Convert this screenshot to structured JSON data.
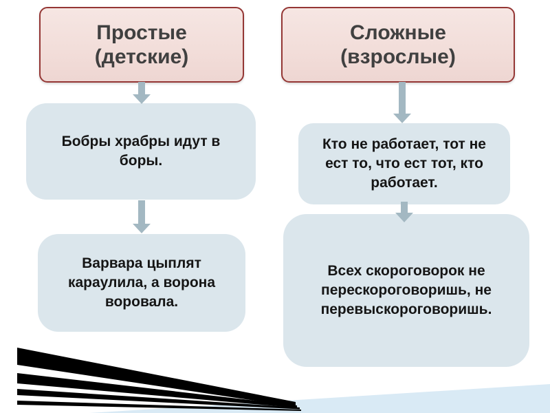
{
  "slide": {
    "left": {
      "header": "Простые\n(детские)",
      "box1": "Бобры храбры идут в боры.",
      "box2": "Варвара цыплят караулила, а ворона воровала."
    },
    "right": {
      "header": "Сложные\n(взрослые)",
      "box1": "Кто не работает, тот не ест то, что ест тот, кто работает.",
      "box2": "Всех скороговорок не перескороговоришь, не перевыскороговоришь."
    },
    "colors": {
      "header_fill": "#f2ddd9",
      "header_border": "#943634",
      "header_text": "#404040",
      "box_fill": "#dbe6ec",
      "box_text": "#151515",
      "arrow": "#a3b8c2",
      "accent_blue": "#d9eaf5",
      "stripe": "#000000"
    }
  }
}
